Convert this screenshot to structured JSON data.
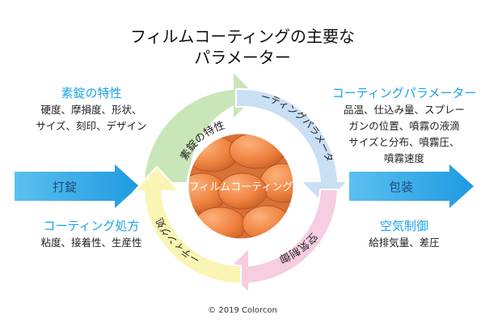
{
  "title_line1": "フィルムコーティングの主要な",
  "title_line2": "パラメーター",
  "left": {
    "tablet_props": {
      "heading": "素錠の特性",
      "line1": "硬度、摩損度、形状、",
      "line2": "サイズ、刻印、デザイン"
    },
    "arrow_label": "打錠",
    "formulation": {
      "heading": "コーティング処方",
      "line1": "粘度、接着性、生産性"
    }
  },
  "right": {
    "coating_params": {
      "heading": "コーティングパラメーター",
      "line1": "品温、仕込み量、スプレー",
      "line2": "ガンの位置、噴霧の液滴",
      "line3": "サイズと分布、噴霧圧、",
      "line4": "噴霧速度"
    },
    "arrow_label": "包装",
    "air_control": {
      "heading": "空気制御",
      "line1": "給排気量、差圧"
    }
  },
  "cycle": {
    "center_label": "フィルムコーティング",
    "segments": [
      {
        "label": "素錠の特性",
        "color": "#c8e6b8"
      },
      {
        "label": "コーティングパラメーター",
        "color": "#c9dff4"
      },
      {
        "label": "空気制御",
        "color": "#f6cde1"
      },
      {
        "label": "コーティング処方",
        "color": "#fbf5b4"
      }
    ]
  },
  "colors": {
    "accent": "#1aa3e8",
    "arrow_fill": "#2aa6e8",
    "tablet_orange": "#f08a45"
  },
  "copyright": "© 2019 Colorcon"
}
